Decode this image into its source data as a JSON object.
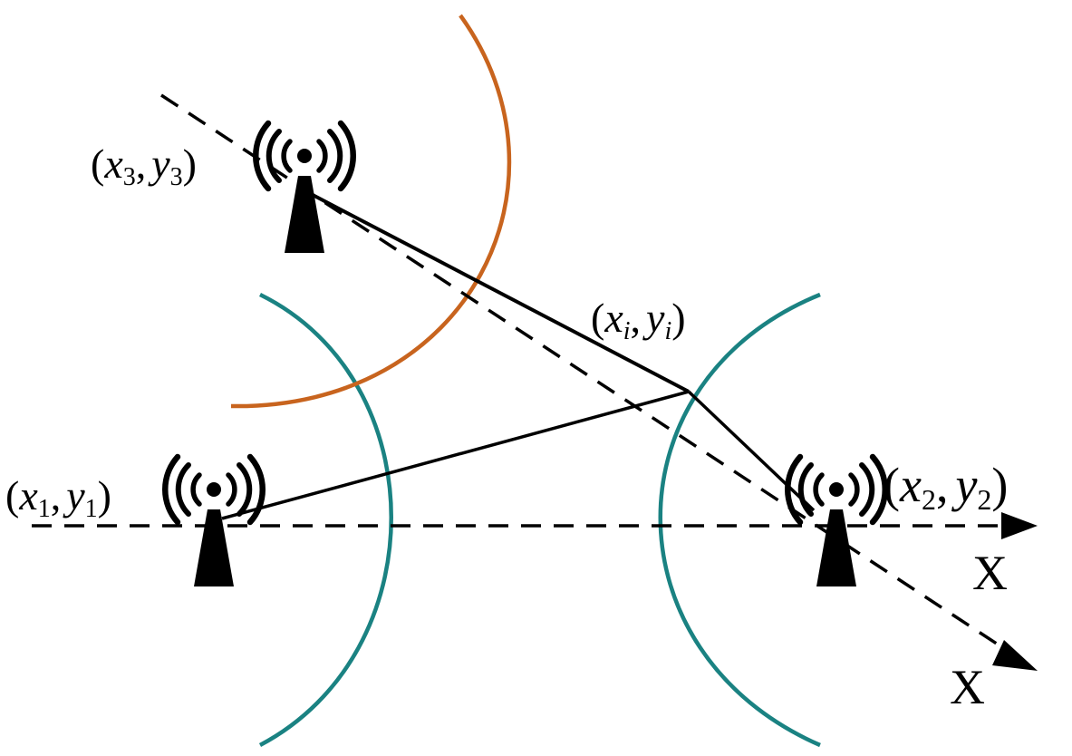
{
  "colors": {
    "ink": "#000000",
    "arc_teal": "#1a8282",
    "arc_orange": "#c8641e"
  },
  "stations": [
    {
      "id": "s1",
      "var_x": "x",
      "var_y": "y",
      "sub": "1"
    },
    {
      "id": "s2",
      "var_x": "x",
      "var_y": "y",
      "sub": "2"
    },
    {
      "id": "s3",
      "var_x": "x",
      "var_y": "y",
      "sub": "3"
    }
  ],
  "target": {
    "var_x": "x",
    "var_y": "y",
    "sub": "i"
  },
  "label_punct": {
    "open": "(",
    "comma": ",",
    "close": ")"
  },
  "axes": [
    {
      "id": "axis-x",
      "label": "X"
    },
    {
      "id": "axis-x-prime",
      "label": "X"
    }
  ],
  "icons": [
    "antenna-tower-icon",
    "radio-waves-icon"
  ]
}
